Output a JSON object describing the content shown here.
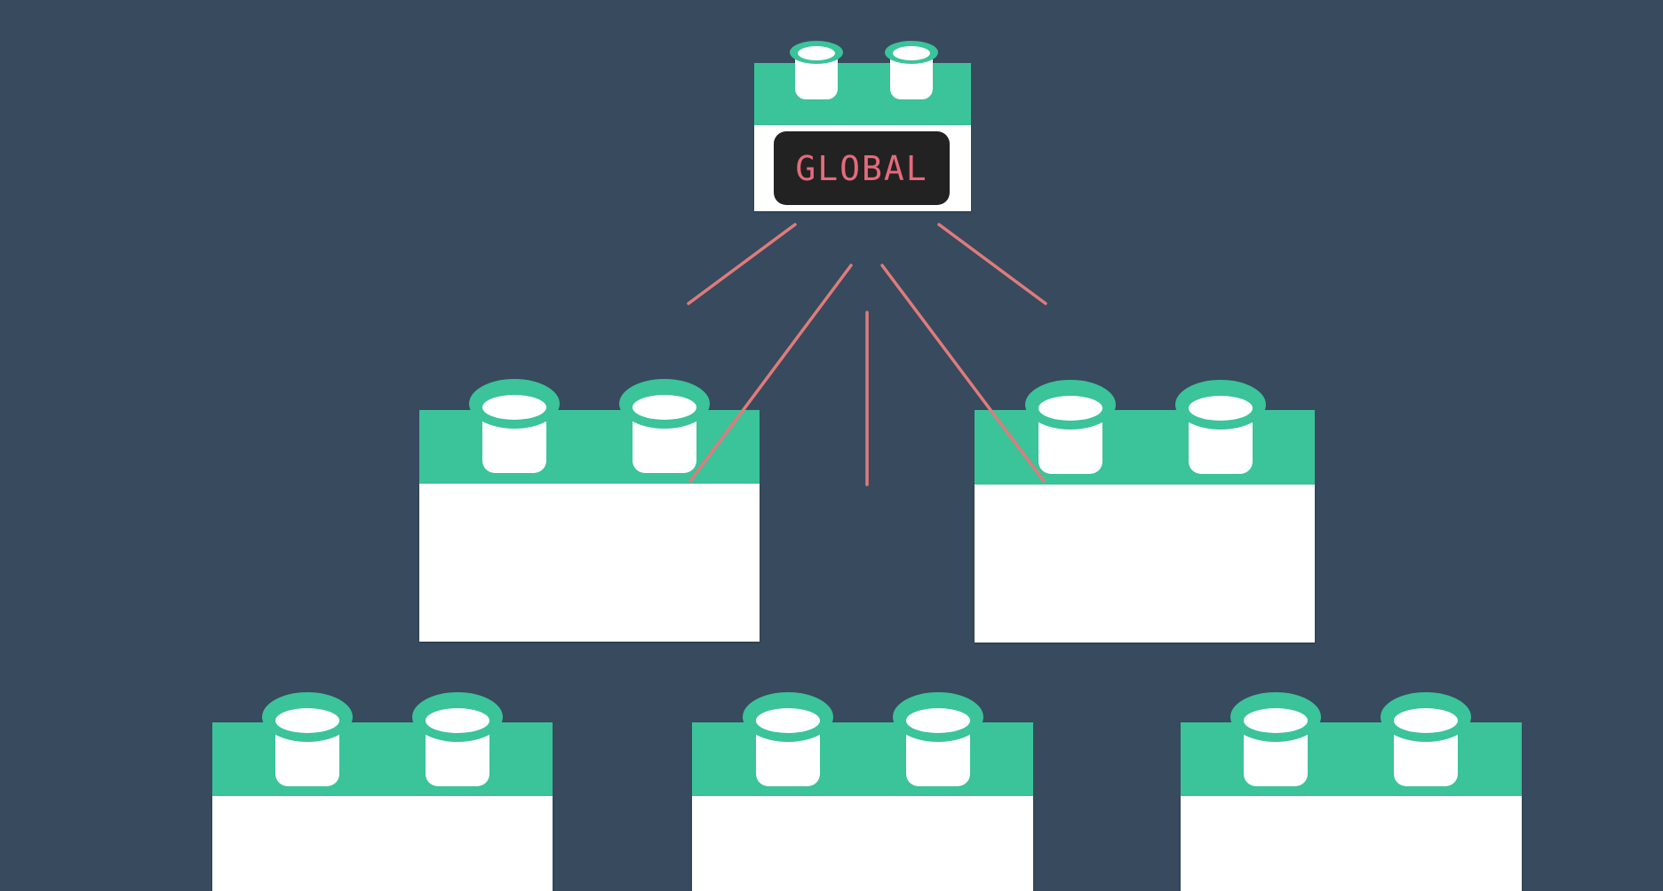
{
  "diagram": {
    "background_color": "#374a5e",
    "block_top_color": "#3bc39a",
    "block_body_color": "#ffffff",
    "connector_color": "#e07b7b",
    "global_block": {
      "label": "GLOBAL",
      "label_color": "#e56b7a",
      "label_background": "#222222"
    },
    "blocks": [
      {
        "id": "mid-left"
      },
      {
        "id": "mid-right"
      },
      {
        "id": "bottom-left"
      },
      {
        "id": "bottom-center"
      },
      {
        "id": "bottom-right"
      }
    ]
  }
}
